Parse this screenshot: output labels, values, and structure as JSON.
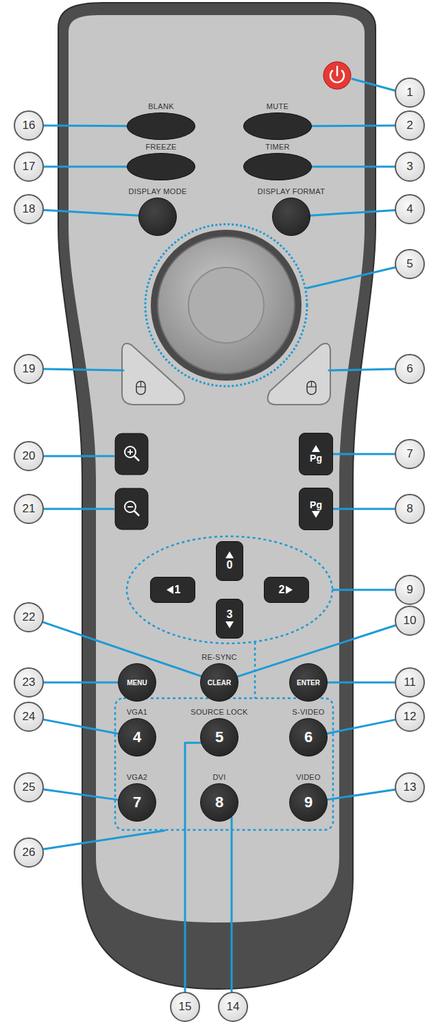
{
  "diagram": {
    "nodes": [
      {
        "text": [
          "1"
        ]
      },
      {
        "text": [
          "16"
        ]
      },
      {
        "text": [
          "BLANK"
        ]
      },
      {
        "text": [
          "MUTE"
        ]
      },
      {
        "text": [
          "2"
        ]
      },
      {
        "text": [
          "17"
        ]
      },
      {
        "text": [
          "FREEZE"
        ]
      },
      {
        "text": [
          "TIMER"
        ]
      },
      {
        "text": [
          "3"
        ]
      },
      {
        "text": [
          "18"
        ]
      },
      {
        "text": [
          "DISPLAY MODE"
        ]
      },
      {
        "text": [
          "DISPLAY FORMAT"
        ]
      },
      {
        "text": [
          "4"
        ]
      },
      {
        "text": [
          "5"
        ]
      },
      {
        "text": [
          "19"
        ]
      },
      {
        "text": [
          "6"
        ]
      },
      {
        "text": [
          "20"
        ]
      },
      {
        "text": [
          "Pg"
        ]
      },
      {
        "text": [
          "7"
        ]
      },
      {
        "text": [
          "21"
        ]
      },
      {
        "text": [
          "Pg"
        ]
      },
      {
        "text": [
          "8"
        ]
      },
      {
        "text": [
          "0"
        ]
      },
      {
        "text": [
          "1"
        ]
      },
      {
        "text": [
          "2"
        ]
      },
      {
        "text": [
          "9"
        ]
      },
      {
        "text": [
          "3"
        ]
      },
      {
        "text": [
          "22"
        ]
      },
      {
        "text": [
          "10"
        ]
      },
      {
        "text": [
          "23"
        ]
      },
      {
        "text": [
          "MENU"
        ]
      },
      {
        "text": [
          "RE-SYNC",
          "CLEAR"
        ]
      },
      {
        "text": [
          "ENTER"
        ]
      },
      {
        "text": [
          "11"
        ]
      },
      {
        "text": [
          "24"
        ]
      },
      {
        "text": [
          "VGA1",
          "4"
        ]
      },
      {
        "text": [
          "SOURCE LOCK",
          "5"
        ]
      },
      {
        "text": [
          "S-VIDEO",
          "6"
        ]
      },
      {
        "text": [
          "12"
        ]
      },
      {
        "text": [
          "25"
        ]
      },
      {
        "text": [
          "VGA2",
          "7"
        ]
      },
      {
        "text": [
          "DVI",
          "8"
        ]
      },
      {
        "text": [
          "VIDEO",
          "9"
        ]
      },
      {
        "text": [
          "13"
        ]
      },
      {
        "text": [
          "26"
        ]
      },
      {
        "text": [
          "15"
        ]
      },
      {
        "text": [
          "14"
        ]
      }
    ],
    "edges": [
      {
        "from": 1,
        "to": 2,
        "arrow": "none"
      },
      {
        "from": 4,
        "to": 3,
        "arrow": "none"
      },
      {
        "from": 5,
        "to": 6,
        "arrow": "none"
      },
      {
        "from": 8,
        "to": 7,
        "arrow": "none"
      },
      {
        "from": 9,
        "to": 10,
        "arrow": "none"
      },
      {
        "from": 12,
        "to": 11,
        "arrow": "none"
      },
      {
        "from": 18,
        "to": 17,
        "arrow": "none"
      },
      {
        "from": 21,
        "to": 20,
        "arrow": "none"
      },
      {
        "from": 27,
        "to": 31,
        "arrow": "none"
      },
      {
        "from": 28,
        "to": 31,
        "arrow": "none"
      },
      {
        "from": 29,
        "to": 30,
        "arrow": "none"
      },
      {
        "from": 33,
        "to": 32,
        "arrow": "none"
      },
      {
        "from": 34,
        "to": 35,
        "arrow": "none"
      },
      {
        "from": 45,
        "to": 36,
        "arrow": "none"
      },
      {
        "from": 38,
        "to": 37,
        "arrow": "none"
      },
      {
        "from": 39,
        "to": 40,
        "arrow": "none"
      },
      {
        "from": 46,
        "to": 41,
        "arrow": "none"
      },
      {
        "from": 43,
        "to": 42,
        "arrow": "none"
      }
    ]
  }
}
